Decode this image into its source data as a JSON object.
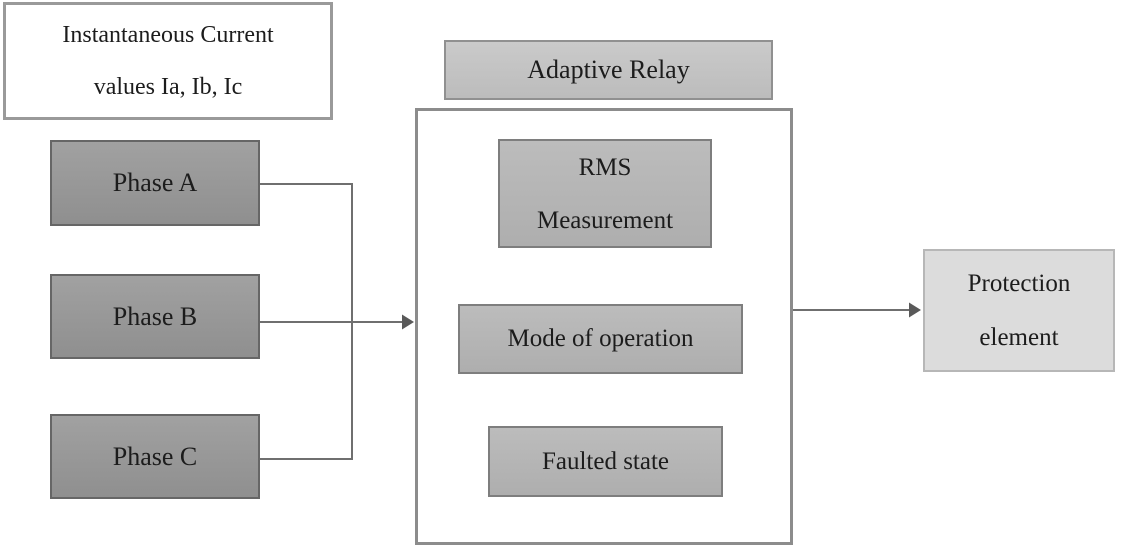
{
  "nodes": {
    "input": {
      "line1": "Instantaneous Current",
      "line2": "values Ia, Ib, Ic"
    },
    "phases": [
      {
        "label": "Phase A"
      },
      {
        "label": "Phase B"
      },
      {
        "label": "Phase C"
      }
    ],
    "relay_title": {
      "label": "Adaptive Relay"
    },
    "steps": {
      "rms": {
        "line1": "RMS",
        "line2": "Measurement"
      },
      "mode": {
        "label": "Mode of operation"
      },
      "faulted": {
        "label": "Faulted state"
      }
    },
    "output": {
      "line1": "Protection",
      "line2": "element"
    }
  },
  "edges": [
    {
      "from": "phase-a",
      "to": "phase-bus",
      "arrow": false
    },
    {
      "from": "phase-c",
      "to": "phase-bus",
      "arrow": false
    },
    {
      "from": "phase-bus",
      "to": "adaptive-relay-container",
      "arrow": true
    },
    {
      "from": "rms-measurement",
      "to": "mode-of-operation",
      "arrow": true
    },
    {
      "from": "mode-of-operation",
      "to": "faulted-state",
      "arrow": true
    },
    {
      "from": "adaptive-relay-container",
      "to": "protection-element",
      "arrow": true
    }
  ],
  "colors": {
    "phase_fill": "#989898",
    "phase_border": "#666666",
    "relay_title_fill": "#c4c4c4",
    "step_fill": "#b5b5b5",
    "step_border": "#7e7e7e",
    "container_border": "#8c8c8c",
    "output_fill": "#dcdcdc",
    "output_border": "#b7b7b7",
    "connector_line": "#6f6f6f",
    "arrowhead": "#595959",
    "text": "#1c1c1c",
    "background": "#ffffff"
  }
}
